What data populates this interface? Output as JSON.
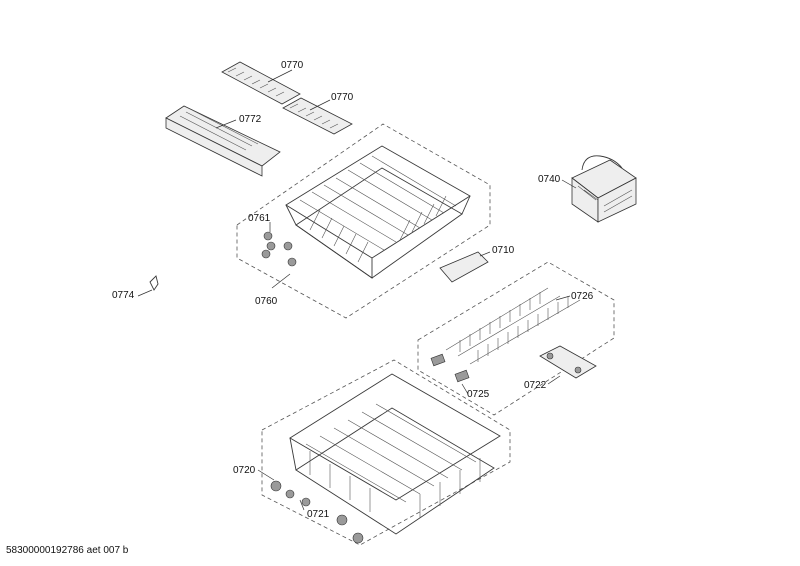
{
  "parts": {
    "p0770a": "0770",
    "p0770b": "0770",
    "p0772": "0772",
    "p0761": "0761",
    "p0760": "0760",
    "p0774": "0774",
    "p0740": "0740",
    "p0710": "0710",
    "p0726": "0726",
    "p0725": "0725",
    "p0722": "0722",
    "p0720": "0720",
    "p0721": "0721"
  },
  "document_id": "58300000192786 aet 007 b"
}
